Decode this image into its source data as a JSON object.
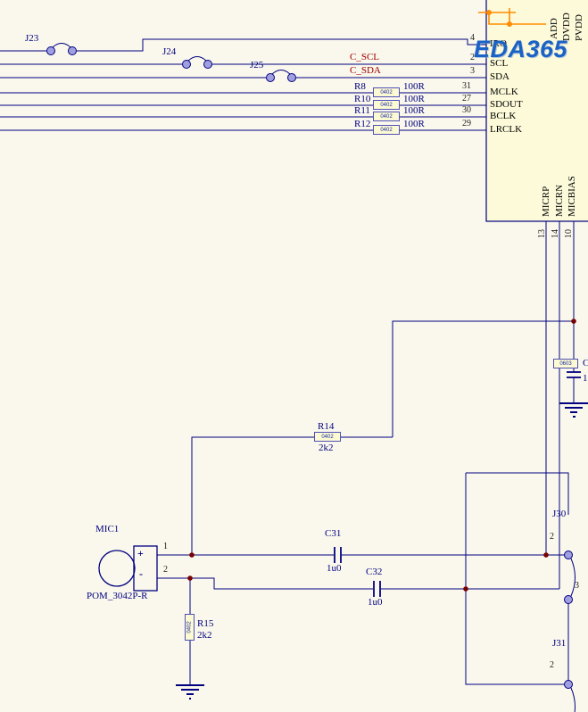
{
  "logo": "EDA365",
  "colors": {
    "background": "#FAF8EC",
    "wire": "#000080",
    "net_label": "#A00000",
    "designator": "#000080",
    "pin_text": "#1A1A1A",
    "power_wire": "#FF8C00",
    "junction": "#780000",
    "pad_fill": "#A0A0E0",
    "ic_fill": "#FCFAD9",
    "logo_blue": "#1B62C6"
  },
  "top_jumpers": {
    "j23": "J23",
    "j24": "J24",
    "j25": "J25"
  },
  "nets": {
    "scl": "C_SCL",
    "sda": "C_SDA"
  },
  "resistors": {
    "r8": {
      "ref": "R8",
      "val": "100R",
      "fp": "0402"
    },
    "r10": {
      "ref": "R10",
      "val": "100R",
      "fp": "0402"
    },
    "r11": {
      "ref": "R11",
      "val": "100R",
      "fp": "0402"
    },
    "r12": {
      "ref": "R12",
      "val": "100R",
      "fp": "0402"
    },
    "r14": {
      "ref": "R14",
      "val": "2k2",
      "fp": "0402"
    },
    "r15": {
      "ref": "R15",
      "val": "2k2",
      "fp": "0402"
    }
  },
  "capacitors": {
    "c31": {
      "ref": "C31",
      "val": "1u0"
    },
    "c32": {
      "ref": "C32",
      "val": "1u0"
    },
    "c_right": {
      "fp": "0603",
      "ref_frag": "C",
      "val_frag": "1"
    }
  },
  "ic": {
    "pins_left": [
      {
        "num": "4",
        "name": "IRQ"
      },
      {
        "num": "2",
        "name": "SCL"
      },
      {
        "num": "3",
        "name": "SDA"
      },
      {
        "num": "31",
        "name": "MCLK"
      },
      {
        "num": "27",
        "name": "SDOUT"
      },
      {
        "num": "30",
        "name": "BCLK"
      },
      {
        "num": "29",
        "name": "LRCLK"
      }
    ],
    "pins_top": [
      "ADD",
      "DVDD",
      "PVDD"
    ],
    "pins_bottom": [
      {
        "num": "13",
        "name": "MICRP"
      },
      {
        "num": "14",
        "name": "MICRN"
      },
      {
        "num": "10",
        "name": "MICBIAS"
      }
    ]
  },
  "mic": {
    "ref": "MIC1",
    "part": "POM_3042P-R",
    "p1": "1",
    "p2": "2",
    "plus": "+",
    "minus": "-"
  },
  "bottom_jumpers": {
    "j30": {
      "ref": "J30",
      "p2": "2",
      "p3": "3"
    },
    "j31": {
      "ref": "J31",
      "p2": "2"
    }
  }
}
